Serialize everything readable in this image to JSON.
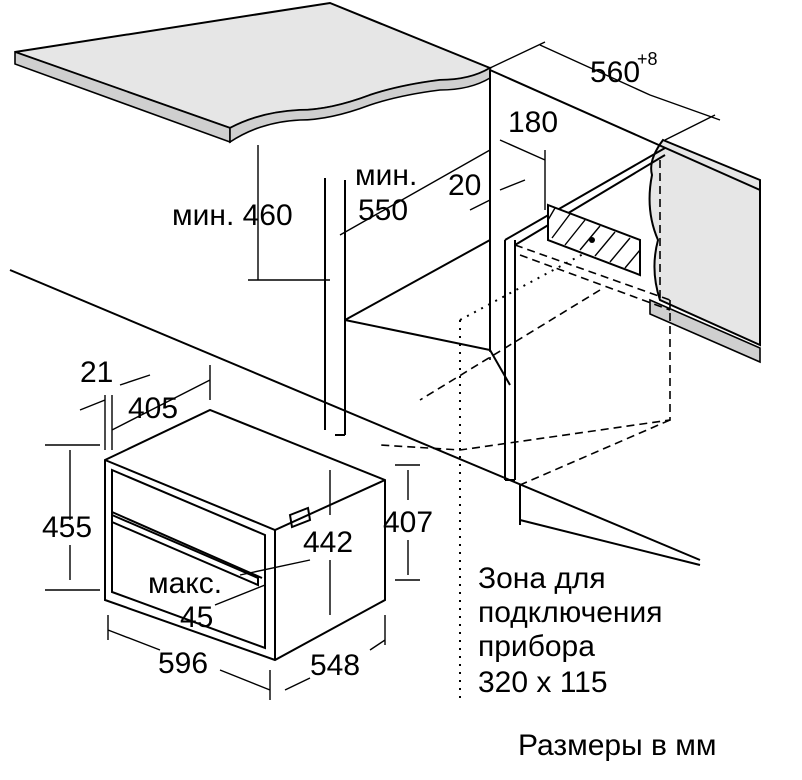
{
  "dimensions": {
    "niche_width": "560",
    "niche_width_tolerance": "+8",
    "wall_gap": "180",
    "min_depth_label": "мин.",
    "min_depth": "550",
    "back_gap": "20",
    "min_height_label": "мин. 460",
    "front_offset": "21",
    "inner_depth": "405",
    "height": "455",
    "inner_height": "442",
    "body_height": "407",
    "max_label": "макс.",
    "max_value": "45",
    "width": "596",
    "depth": "548"
  },
  "connection_zone": {
    "lines": [
      "Зона для",
      "подключения",
      "прибора",
      "320 x 115"
    ]
  },
  "footer": {
    "units_note": "Размеры в мм"
  }
}
